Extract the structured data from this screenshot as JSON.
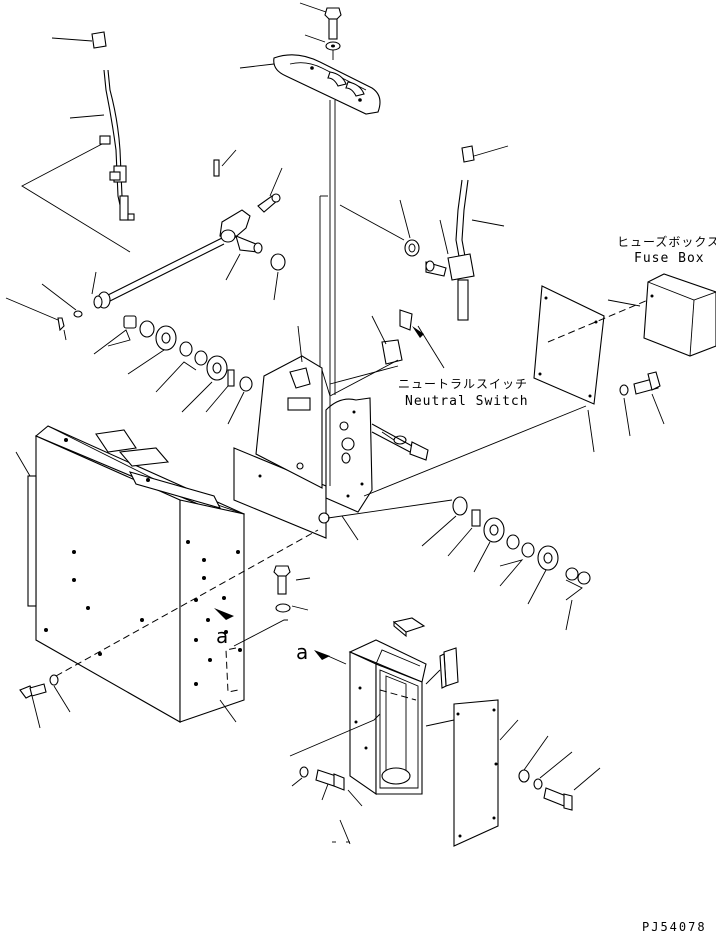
{
  "labels": {
    "fuse_box_jp": "ヒューズボックス",
    "fuse_box_en": "Fuse Box",
    "neutral_switch_jp": "ニュートラルスイッチ",
    "neutral_switch_en": "Neutral Switch",
    "ref_a_console": "a",
    "ref_a_bracket": "a",
    "drawing_number": "PJ54078"
  }
}
